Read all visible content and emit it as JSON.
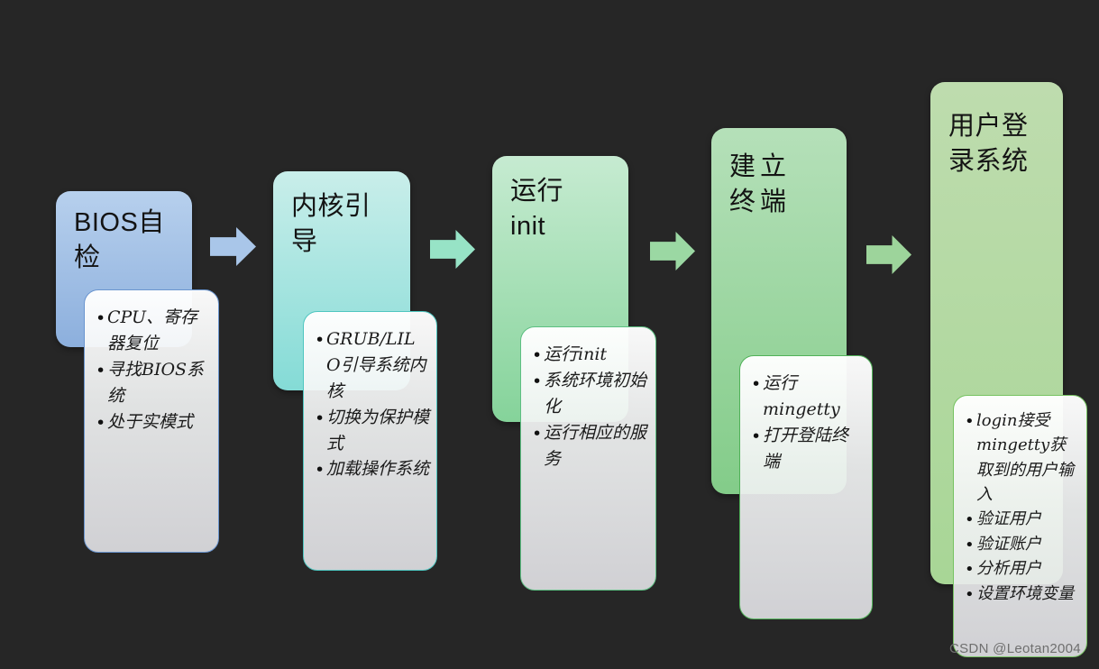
{
  "page": {
    "background_color": "#262626",
    "watermark": "CSDN @Leotan2004"
  },
  "diagram": {
    "type": "process-flow",
    "arrow_icon": "right-block-arrow",
    "stages": [
      {
        "title": "BIOS自\n检",
        "details": [
          "CPU、寄存器复位",
          "寻找BIOS系统",
          "处于实模式"
        ],
        "colors": {
          "top": "#b7d0ed",
          "bottom": "#8cafdd",
          "border": "#6a95cf",
          "arrow": "#a9c6e9"
        }
      },
      {
        "title": "内核引\n导",
        "details": [
          "GRUB/LILO引导系统内核",
          "切换为保护模式",
          "加载操作系统"
        ],
        "colors": {
          "top": "#c9eeea",
          "bottom": "#84dbd6",
          "border": "#4fc6c0",
          "arrow": "#97e3c6"
        }
      },
      {
        "title": "运行\ninit",
        "details": [
          "运行init",
          "系统环境初始化",
          "运行相应的服务"
        ],
        "colors": {
          "top": "#c6ebd1",
          "bottom": "#85d39a",
          "border": "#5dbf82",
          "arrow": "#9bd8a3"
        }
      },
      {
        "title": "建立\n终端",
        "details": [
          "运行mingetty",
          "打开登陆终端"
        ],
        "colors": {
          "top": "#b5e0b9",
          "bottom": "#83cc89",
          "border": "#51b259",
          "arrow": "#9dd49b"
        }
      },
      {
        "title": "用户登\n录系统",
        "details": [
          "login接受mingetty获取到的用户输入",
          "验证用户",
          "验证账户",
          "分析用户",
          "设置环境变量"
        ],
        "colors": {
          "top": "#bedcae",
          "bottom": "#a8d696",
          "border": "#77c362"
        }
      }
    ]
  }
}
